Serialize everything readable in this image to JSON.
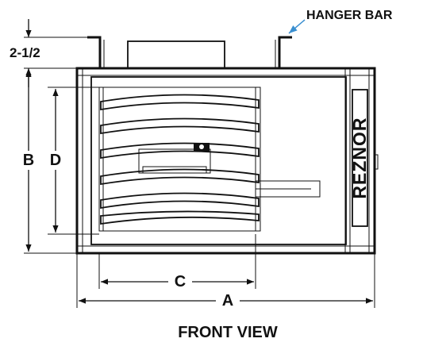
{
  "labels": {
    "hanger_bar": "HANGER BAR",
    "dim_2_1_2": "2-1/2",
    "dim_a": "A",
    "dim_b": "B",
    "dim_c": "C",
    "dim_d": "D",
    "brand": "REZNOR",
    "view_title": "FRONT VIEW"
  },
  "colors": {
    "line": "#111111",
    "leader_arrow": "#3a8fd0",
    "background": "#ffffff"
  }
}
